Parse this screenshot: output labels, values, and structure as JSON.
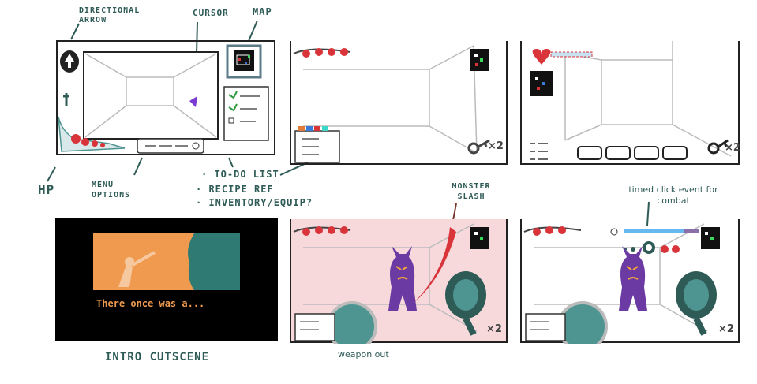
{
  "annotations": {
    "directional_arrow": "DIRECTIONAL ARROW",
    "cursor": "CURSOR",
    "map": "MAP",
    "hp": "HP",
    "menu_options": "MENU OPTIONS",
    "todo_notes": [
      "· TO-DO LIST",
      "· RECIPE REF",
      "· INVENTORY/EQUIP?"
    ],
    "monster_slash": "MONSTER SLASH",
    "timed_click": "timed click event for combat",
    "intro_cutscene": "INTRO CUTSCENE",
    "weapon_out": "weapon out"
  },
  "cutscene_text": "There once was a...",
  "key_count": "×2",
  "colors": {
    "ink": "#2f5b57",
    "hp_red": "#d8343a",
    "teal": "#4e9592",
    "monster": "#6b3aa3",
    "combat_bg": "#f7d9dc",
    "cutscene_orange": "#ef9a4f",
    "timed_bar": "#66b9f0"
  }
}
